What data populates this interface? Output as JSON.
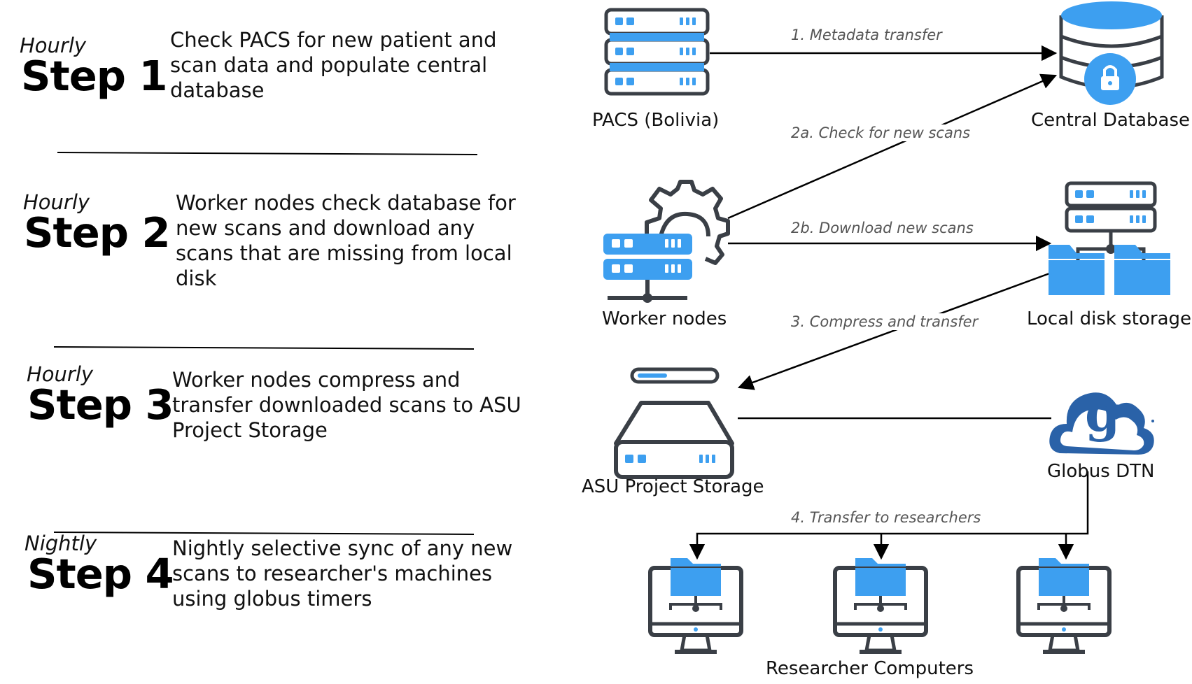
{
  "steps": [
    {
      "frequency": "Hourly",
      "title": "Step 1",
      "lines": [
        "Check PACS for new patient and",
        "scan data and populate central",
        "database"
      ]
    },
    {
      "frequency": "Hourly",
      "title": "Step 2",
      "lines": [
        "Worker nodes check database for",
        "new scans and download any",
        "scans that are missing from local",
        "disk"
      ]
    },
    {
      "frequency": "Hourly",
      "title": "Step 3",
      "lines": [
        "Worker nodes compress and",
        "transfer downloaded scans to ASU",
        "Project Storage"
      ]
    },
    {
      "frequency": "Nightly",
      "title": "Step 4",
      "lines": [
        "Nightly selective sync of any new",
        "scans to researcher's machines",
        "using globus timers"
      ]
    }
  ],
  "nodes": {
    "pacs": "PACS (Bolivia)",
    "central_db": "Central Database",
    "workers": "Worker nodes",
    "local_disk": "Local disk storage",
    "asu_storage": "ASU Project Storage",
    "globus": "Globus DTN",
    "researchers": "Researcher Computers"
  },
  "edges": {
    "e1": "1. Metadata transfer",
    "e2a": "2a. Check for new scans",
    "e2b": "2b. Download new scans",
    "e3": "3. Compress and transfer",
    "e4": "4. Transfer to researchers"
  },
  "colors": {
    "icon_blue": "#3d9ff0",
    "icon_dark": "#3a3f46",
    "globus_blue": "#2a62a8",
    "edge_label": "#555555"
  },
  "icons": {
    "pacs": "server-rack-icon",
    "central_db": "locked-database-icon",
    "workers": "gear-server-icon",
    "local_disk": "server-folders-icon",
    "asu_storage": "storage-drive-icon",
    "globus": "globus-logo",
    "researchers": "monitor-folder-icon"
  }
}
